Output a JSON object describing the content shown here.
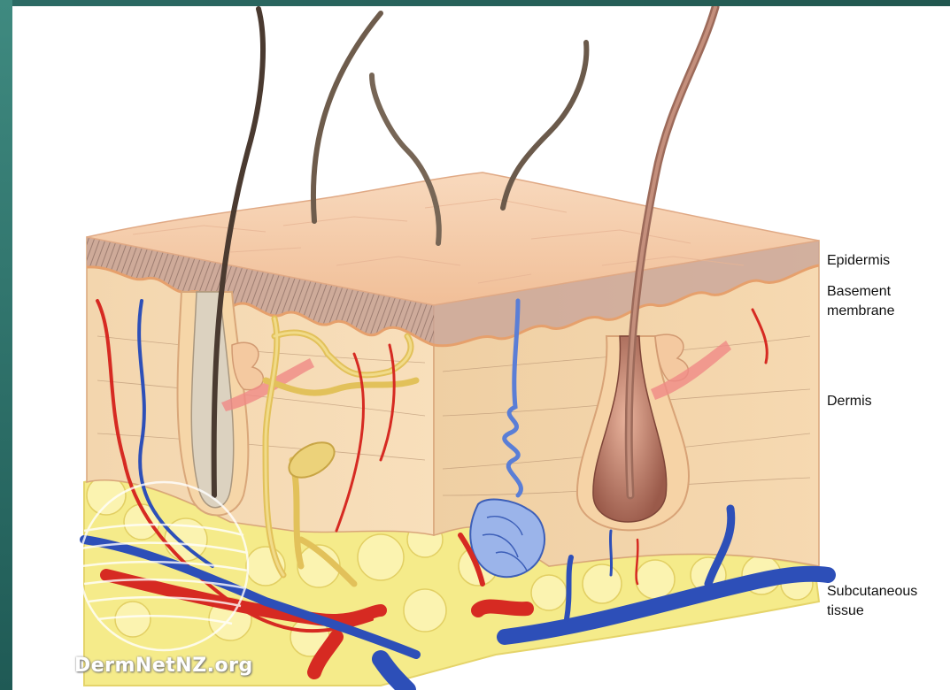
{
  "diagram": {
    "labels": {
      "epidermis": "Epidermis",
      "basement_membrane_line1": "Basement",
      "basement_membrane_line2": "membrane",
      "dermis": "Dermis",
      "subcutaneous_line1": "Subcutaneous",
      "subcutaneous_line2": "tissue"
    },
    "watermark": "DermNetNZ.org",
    "colors": {
      "background": "#2c6b65",
      "skin_surface": "#f5c9a4",
      "dermis": "#f3d3a6",
      "fat": "#f5eb8a",
      "artery": "#d62a22",
      "vein": "#2d4fb8",
      "nerve": "#e2c15a",
      "hair": "#6e5a4a"
    }
  }
}
